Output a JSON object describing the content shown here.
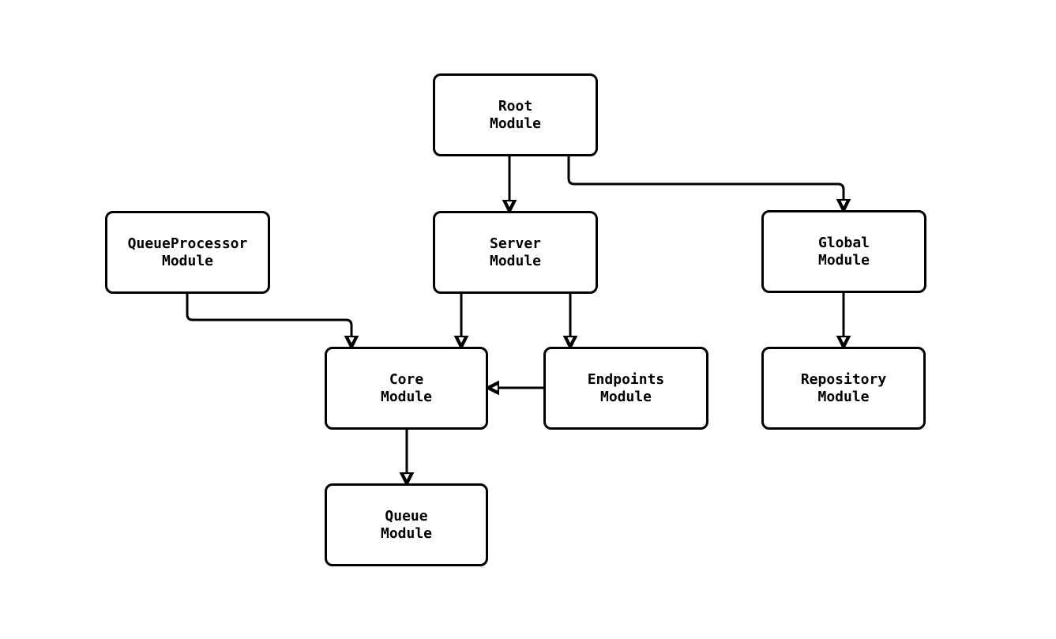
{
  "diagram": {
    "type": "module-dependency-graph",
    "background_color": "#ffffff",
    "stroke_color": "#000000",
    "text_color": "#000000",
    "node_fill_color": "#ffffff",
    "nodes": [
      {
        "id": "root",
        "line1": "Root",
        "line2": "Module"
      },
      {
        "id": "queue_processor",
        "line1": "QueueProcessor",
        "line2": "Module"
      },
      {
        "id": "server",
        "line1": "Server",
        "line2": "Module"
      },
      {
        "id": "global",
        "line1": "Global",
        "line2": "Module"
      },
      {
        "id": "core",
        "line1": "Core",
        "line2": "Module"
      },
      {
        "id": "endpoints",
        "line1": "Endpoints",
        "line2": "Module"
      },
      {
        "id": "repository",
        "line1": "Repository",
        "line2": "Module"
      },
      {
        "id": "queue",
        "line1": "Queue",
        "line2": "Module"
      }
    ],
    "edges": [
      {
        "from": "root",
        "to": "server"
      },
      {
        "from": "root",
        "to": "global"
      },
      {
        "from": "queue_processor",
        "to": "core"
      },
      {
        "from": "server",
        "to": "core"
      },
      {
        "from": "server",
        "to": "endpoints"
      },
      {
        "from": "endpoints",
        "to": "core"
      },
      {
        "from": "global",
        "to": "repository"
      },
      {
        "from": "core",
        "to": "queue"
      }
    ]
  }
}
